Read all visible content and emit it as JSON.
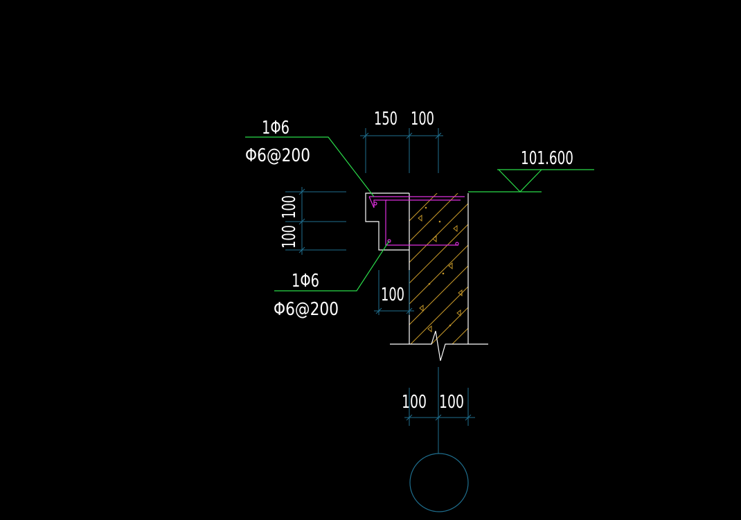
{
  "colors": {
    "background": "#000000",
    "text": "#ffffff",
    "leader_line": "#2bdc4a",
    "dimension_line": "#1f6f8f",
    "outline": "#ffffff",
    "rebar": "#e030e0",
    "hatch": "#c89a2a",
    "concrete_marks": "#c89a2a"
  },
  "labels": {
    "top_rebar_count": "1Φ6",
    "top_rebar_spacing": "Φ6@200",
    "bottom_rebar_count": "1Φ6",
    "bottom_rebar_spacing": "Φ6@200",
    "elevation": "101.600"
  },
  "dimensions": {
    "top_left": "150",
    "top_right": "100",
    "side_upper": "100",
    "side_lower": "100",
    "step": "100",
    "bottom_left": "100",
    "bottom_right": "100"
  },
  "icons": {
    "elevation_marker": "triangle-down",
    "break_line": "zigzag-break",
    "axis_bubble": "circle"
  }
}
